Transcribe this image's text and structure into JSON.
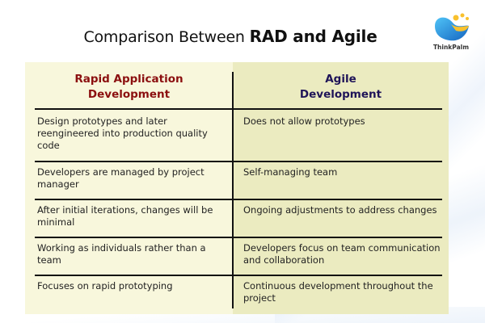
{
  "title": {
    "prefix": "Comparison Between ",
    "emphasis": "RAD and Agile"
  },
  "logo": {
    "name": "ThinkPalm",
    "colors": {
      "blue": "#1e88e5",
      "yellow": "#f9c12e"
    }
  },
  "table": {
    "columns": [
      {
        "header_line1": "Rapid Application",
        "header_line2": "Development",
        "color": "#8b0f0f"
      },
      {
        "header_line1": "Agile",
        "header_line2": "Development",
        "color": "#1f1458"
      }
    ],
    "rows": [
      {
        "rad": "Design prototypes and later reengineered into production quality code",
        "agile": "Does not allow prototypes"
      },
      {
        "rad": "Developers are managed by project manager",
        "agile": "Self-managing team"
      },
      {
        "rad": "After initial iterations, changes will be minimal",
        "agile": "Ongoing adjustments to address changes"
      },
      {
        "rad": "Working as individuals rather than a team",
        "agile": "Developers focus on team communication and collaboration"
      },
      {
        "rad": "Focuses on rapid prototyping",
        "agile": "Continuous development throughout the project"
      }
    ],
    "colors": {
      "left_bg": "#f8f7dc",
      "right_bg": "#ebebc0",
      "lines": "#111111"
    }
  }
}
